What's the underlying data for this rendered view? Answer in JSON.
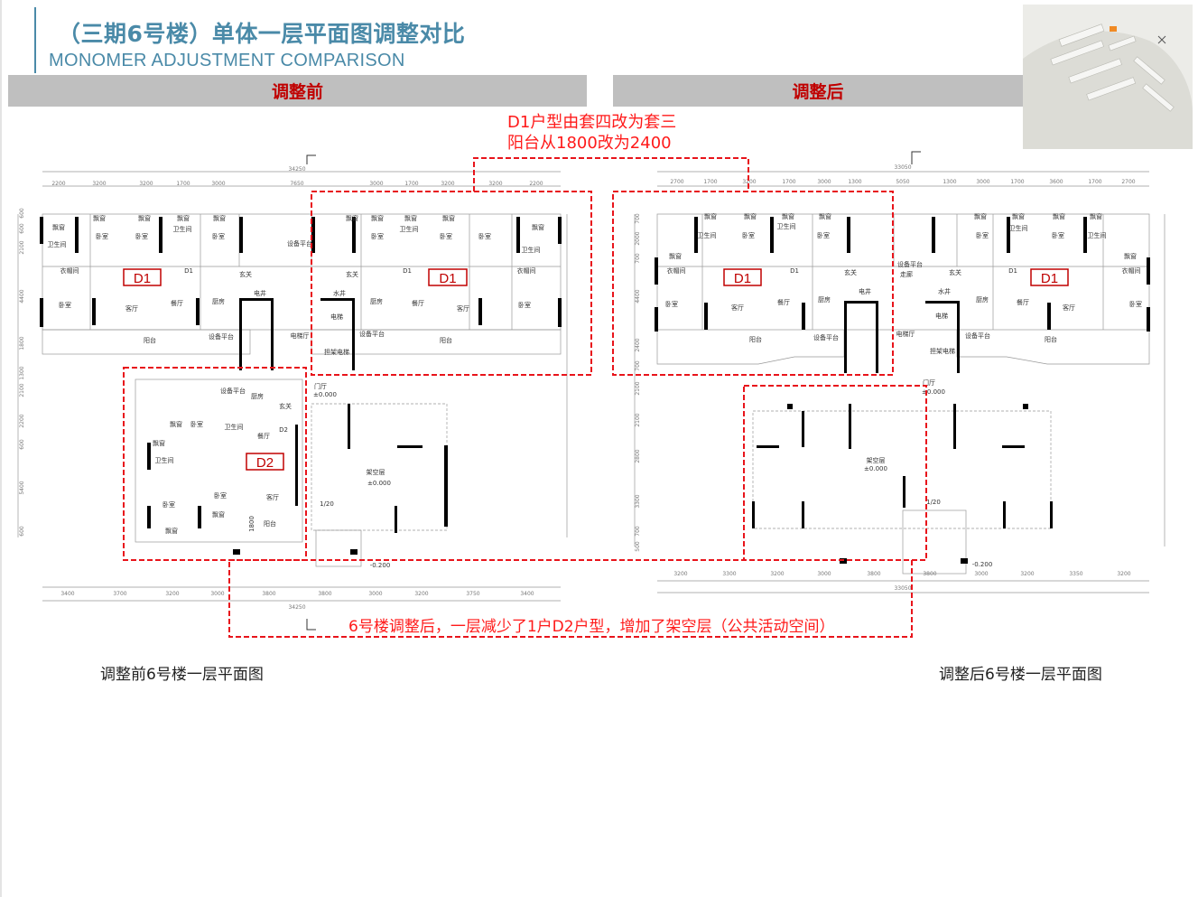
{
  "header": {
    "title": "（三期6号楼）单体一层平面图调整对比",
    "subtitle": "MONOMER ADJUSTMENT COMPARISON"
  },
  "sections": {
    "before_label": "调整前",
    "after_label": "调整后"
  },
  "annotations": {
    "d1_change_line1": "D1户型由套四改为套三",
    "d1_change_line2": "阳台从1800改为2400",
    "ground_change": "6号楼调整后，一层减少了1户D2户型，增加了架空层（公共活动空间）"
  },
  "captions": {
    "before": "调整前6号楼一层平面图",
    "after": "调整后6号楼一层平面图"
  },
  "unit_tags": {
    "before": [
      "D1",
      "D1",
      "D2"
    ],
    "after": [
      "D1",
      "D1"
    ]
  },
  "plans": {
    "before": {
      "total_top": "34250",
      "total_bottom": "34250",
      "dims_top": [
        "2200",
        "3200",
        "3200",
        "1700",
        "3000",
        "7650",
        "3000",
        "1700",
        "3200",
        "3200",
        "2200"
      ],
      "dims_bottom": [
        "3400",
        "3700",
        "3200",
        "3000",
        "3800",
        "3800",
        "3000",
        "3200",
        "3750",
        "3400"
      ],
      "dims_side": [
        "600",
        "600",
        "2100",
        "4400",
        "1800",
        "1300",
        "2100",
        "2200",
        "600",
        "5400",
        "600"
      ],
      "labels": [
        "飘窗",
        "飘窗",
        "飘窗",
        "飘窗",
        "飘窗",
        "卫生间",
        "卧室",
        "卧室",
        "卫生间",
        "卧室",
        "设备平台",
        "衣帽间",
        "D1",
        "玄关",
        "卧室",
        "客厅",
        "餐厅",
        "厨房",
        "电井",
        "设备平台",
        "阳台",
        "电梯厅",
        "飘窗",
        "飘窗",
        "飘窗",
        "飘窗",
        "飘窗",
        "卧室",
        "卫生间",
        "卧室",
        "卧室",
        "卫生间",
        "玄关",
        "D1",
        "衣帽间",
        "水井",
        "厨房",
        "餐厅",
        "客厅",
        "卧室",
        "电梯",
        "设备平台",
        "阳台",
        "担架电梯",
        "设备平台",
        "厨房",
        "玄关",
        "飘窗",
        "卧室",
        "卫生间",
        "餐厅",
        "D2",
        "飘窗",
        "卫生间",
        "卧室",
        "卧室",
        "客厅",
        "飘窗",
        "飘窗",
        "阳台",
        "1800",
        "门厅",
        "±0.000",
        "架空层",
        "±0.000",
        "1/20",
        "-0.200"
      ]
    },
    "after": {
      "total_top": "33050",
      "total_bottom": "33050",
      "dims_top": [
        "2700",
        "1700",
        "3200",
        "1700",
        "3000",
        "1300",
        "5050",
        "1300",
        "3000",
        "1700",
        "3600",
        "1700",
        "2700"
      ],
      "dims_bottom": [
        "3200",
        "3300",
        "3200",
        "3000",
        "3800",
        "3800",
        "3000",
        "3200",
        "3350",
        "3200"
      ],
      "dims_side": [
        "700",
        "2000",
        "700",
        "4400",
        "2400",
        "700",
        "2100",
        "2100",
        "2800",
        "3300",
        "700",
        "500"
      ],
      "labels": [
        "飘窗",
        "飘窗",
        "飘窗",
        "飘窗",
        "卫生间",
        "卧室",
        "卫生间",
        "卧室",
        "飘窗",
        "设备平台",
        "衣帽间",
        "D1",
        "玄关",
        "走廊",
        "卧室",
        "客厅",
        "餐厅",
        "厨房",
        "电井",
        "阳台",
        "设备平台",
        "电梯厅",
        "飘窗",
        "飘窗",
        "飘窗",
        "飘窗",
        "卫生间",
        "卧室",
        "卧室",
        "卫生间",
        "飘窗",
        "衣帽间",
        "D1",
        "玄关",
        "水井",
        "厨房",
        "餐厅",
        "客厅",
        "卧室",
        "电梯",
        "设备平台",
        "阳台",
        "担架电梯",
        "架空层",
        "±0.000",
        "1/20",
        "门厅",
        "±0.000",
        "-0.200"
      ]
    }
  },
  "colors": {
    "title": "#4a8aa8",
    "accent_red": "#ff1a1a",
    "section_bar": "#bfbfbf",
    "section_text": "#c00000"
  }
}
